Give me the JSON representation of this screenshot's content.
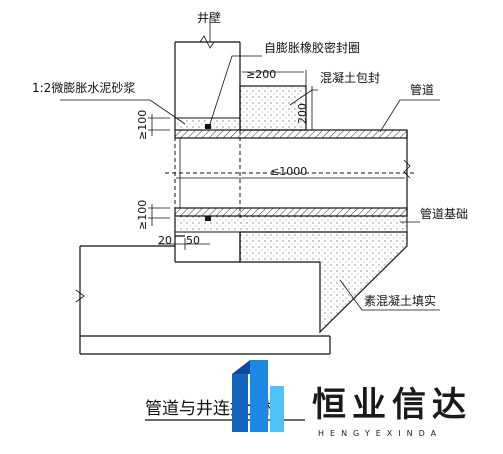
{
  "labels": {
    "well_wall": "井壁",
    "seal_ring": "自膨胀橡胶密封圈",
    "mortar": "1:2微膨胀水泥砂浆",
    "concrete_wrap": "混凝土包封",
    "pipe": "管道",
    "pipe_foundation": "管道基础",
    "plain_concrete": "素混凝土填实"
  },
  "dimensions": {
    "top_width": "≥200",
    "wrap_height": "200",
    "mortar_top": "≥100",
    "mortar_bottom": "≥100",
    "pipe_length": "≤1000",
    "offset_a": "20",
    "offset_b": "50"
  },
  "caption": "管道与井连接大样",
  "brand": {
    "name": "恒业信达",
    "pinyin": "HENGYEXINDA",
    "colors": {
      "blue": "#1565c0",
      "light_blue": "#4fc3f7",
      "dark": "#1a1a1a"
    }
  }
}
